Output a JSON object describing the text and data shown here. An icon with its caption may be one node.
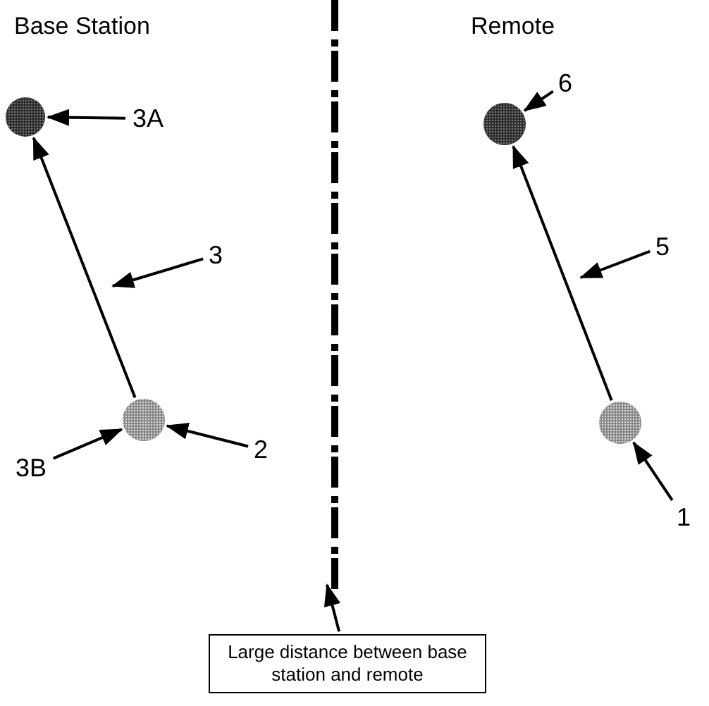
{
  "diagram": {
    "nodes": [
      {
        "text": [],
        "shape": "circle"
      },
      {
        "text": [],
        "shape": "circle"
      },
      {
        "text": [],
        "shape": "circle"
      },
      {
        "text": [],
        "shape": "circle"
      },
      {
        "text": [
          "3A"
        ]
      },
      {
        "text": [
          "3"
        ]
      },
      {
        "text": [
          "3B"
        ]
      },
      {
        "text": [
          "2"
        ]
      },
      {
        "text": [
          "6"
        ]
      },
      {
        "text": [
          "5"
        ]
      },
      {
        "text": [
          "1"
        ]
      },
      {
        "text": [
          "Large distance between base station and remote"
        ]
      }
    ],
    "edges": [
      {
        "from": 1,
        "to": 0,
        "arrow": "to"
      },
      {
        "from": 3,
        "to": 2,
        "arrow": "to"
      },
      {
        "from": 4,
        "to": 0,
        "arrow": "to"
      },
      {
        "from": 5,
        "to": null,
        "arrow": "to"
      },
      {
        "from": 6,
        "to": 1,
        "arrow": "to"
      },
      {
        "from": 7,
        "to": 1,
        "arrow": "to"
      },
      {
        "from": 8,
        "to": 2,
        "arrow": "to"
      },
      {
        "from": 9,
        "to": null,
        "arrow": "to"
      },
      {
        "from": 10,
        "to": 3,
        "arrow": "to"
      },
      {
        "from": 11,
        "to": null,
        "arrow": "to"
      }
    ],
    "labels": [
      "Base Station",
      "Remote"
    ]
  }
}
